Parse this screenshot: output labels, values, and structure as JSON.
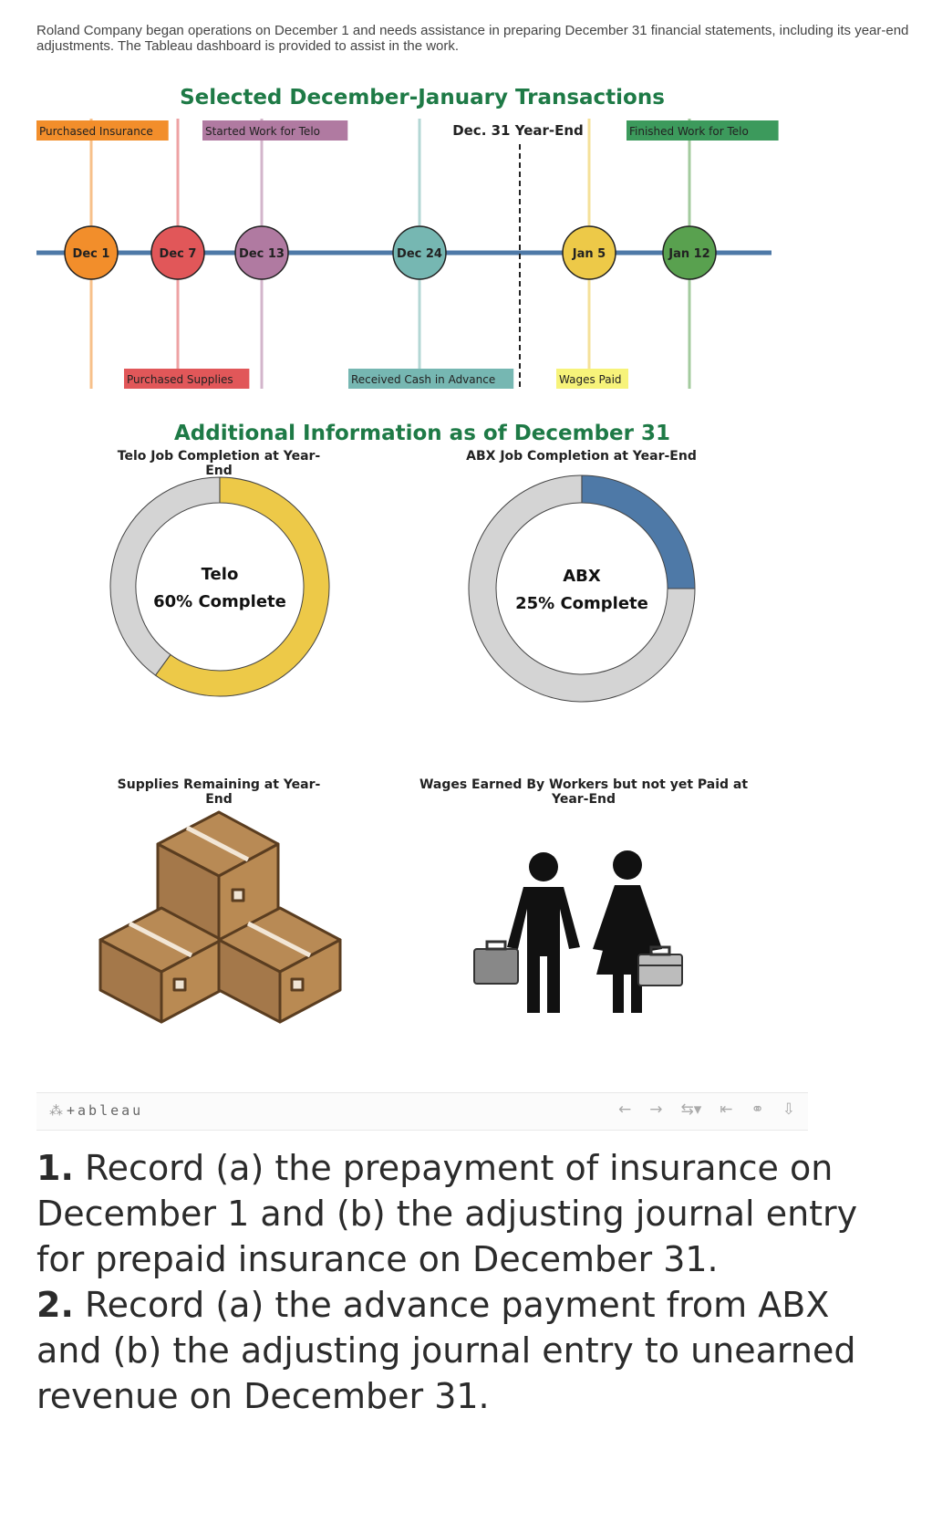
{
  "intro": "Roland Company began operations on December 1 and needs assistance in preparing December 31 financial statements, including its year-end adjustments. The Tableau dashboard is provided to assist in the work.",
  "timeline": {
    "title": "Selected December-January Transactions",
    "year_end_label": "Dec. 31 Year-End",
    "events": [
      {
        "date": "Dec 1",
        "label": "Purchased Insurance",
        "color": "#f28e2b",
        "bg": "#f28e2b",
        "position": "top"
      },
      {
        "date": "Dec 7",
        "label": "Purchased Supplies",
        "color": "#e15759",
        "bg": "#e15759",
        "position": "bottom"
      },
      {
        "date": "Dec 13",
        "label": "Started Work for Telo",
        "color": "#b07aa1",
        "bg": "#b07aa1",
        "position": "top"
      },
      {
        "date": "Dec 24",
        "label": "Received Cash in Advance",
        "color": "#76b7b2",
        "bg": "#76b7b2",
        "position": "bottom"
      },
      {
        "date": "Jan 5",
        "label": "Wages Paid",
        "color": "#edc948",
        "bg": "#f7f37a",
        "position": "bottom"
      },
      {
        "date": "Jan 12",
        "label": "Finished Work for Telo",
        "color": "#59a14f",
        "bg": "#3c9a5c",
        "position": "top"
      }
    ],
    "line_color": "#4e79a7"
  },
  "additional": {
    "title": "Additional Information as of December 31",
    "telo": {
      "title": "Telo Job Completion at Year-End",
      "name": "Telo",
      "percent": 60,
      "label": "60% Complete",
      "color": "#edc948"
    },
    "abx": {
      "title": "ABX Job Completion at Year-End",
      "name": "ABX",
      "percent": 25,
      "label": "25% Complete",
      "color": "#4e79a7"
    },
    "remaining_color": "#d4d4d4",
    "supplies_title": "Supplies Remaining at Year-End",
    "wages_title": "Wages Earned By Workers but not yet Paid at Year-End"
  },
  "tableau": {
    "logo": "+ableau"
  },
  "questions": [
    {
      "num": "1.",
      "text": " Record (a) the prepayment of insurance on December 1 and (b) the adjusting journal entry for prepaid insurance on December 31."
    },
    {
      "num": "2.",
      "text": " Record (a) the advance payment from ABX and (b) the adjusting journal entry to unearned revenue on December 31."
    }
  ]
}
